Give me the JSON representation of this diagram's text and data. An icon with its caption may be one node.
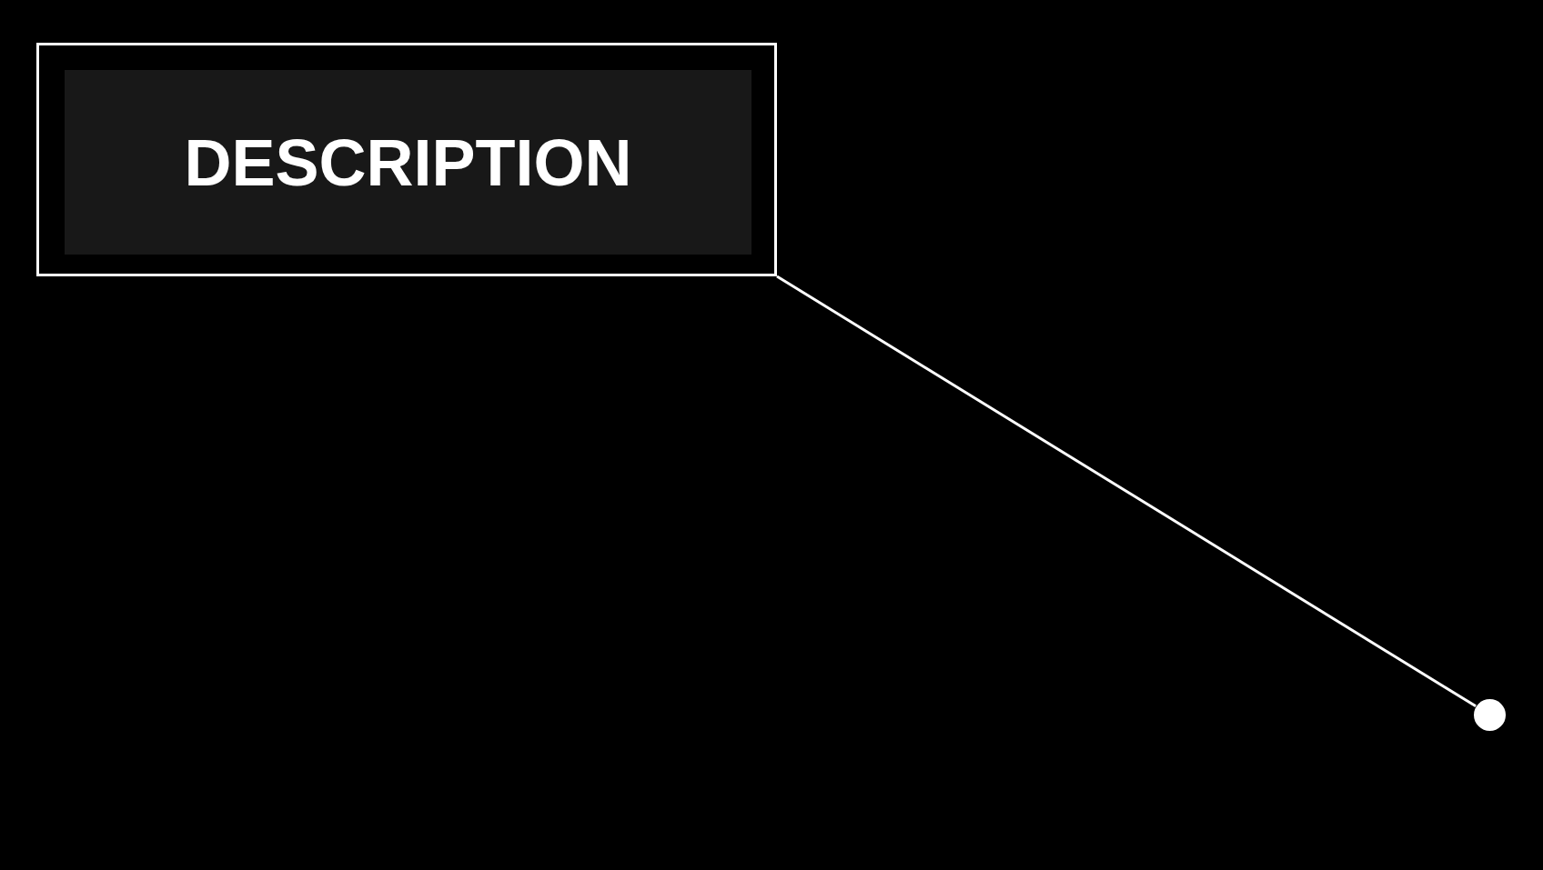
{
  "diagram": {
    "nodes": [
      {
        "text": [
          "DESCRIPTION"
        ]
      },
      {
        "text": [],
        "shape": "circle"
      }
    ],
    "edges": [
      {
        "from": 0,
        "to": 1,
        "arrow": "none"
      }
    ]
  }
}
